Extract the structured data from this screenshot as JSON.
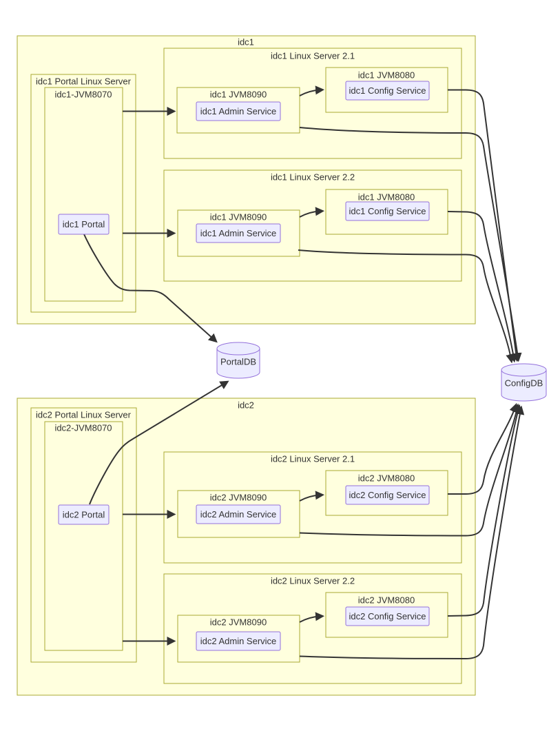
{
  "diagram": {
    "clusters": {
      "idc1": "idc1",
      "idc1_portal_server": "idc1 Portal Linux Server",
      "idc1_jvm8070": "idc1-JVM8070",
      "idc1_server21": "idc1 Linux Server 2.1",
      "idc1_server21_jvm8090": "idc1 JVM8090",
      "idc1_server21_jvm8080": "idc1 JVM8080",
      "idc1_server22": "idc1 Linux Server 2.2",
      "idc1_server22_jvm8090": "idc1 JVM8090",
      "idc1_server22_jvm8080": "idc1 JVM8080",
      "idc2": "idc2",
      "idc2_portal_server": "idc2 Portal Linux Server",
      "idc2_jvm8070": "idc2-JVM8070",
      "idc2_server21": "idc2 Linux Server 2.1",
      "idc2_server21_jvm8090": "idc2 JVM8090",
      "idc2_server21_jvm8080": "idc2 JVM8080",
      "idc2_server22": "idc2 Linux Server 2.2",
      "idc2_server22_jvm8090": "idc2 JVM8090",
      "idc2_server22_jvm8080": "idc2 JVM8080"
    },
    "nodes": {
      "idc1_portal": "idc1 Portal",
      "idc1_admin21": "idc1 Admin Service",
      "idc1_config21": "idc1 Config Service",
      "idc1_admin22": "idc1 Admin Service",
      "idc1_config22": "idc1 Config Service",
      "idc2_portal": "idc2 Portal",
      "idc2_admin21": "idc2 Admin Service",
      "idc2_config21": "idc2 Config Service",
      "idc2_admin22": "idc2 Admin Service",
      "idc2_config22": "idc2 Config Service",
      "portal_db": "PortalDB",
      "config_db": "ConfigDB"
    },
    "edges": [
      {
        "from": "idc1_portal",
        "to": "idc1_admin21"
      },
      {
        "from": "idc1_portal",
        "to": "idc1_admin22"
      },
      {
        "from": "idc1_admin21",
        "to": "idc1_config21"
      },
      {
        "from": "idc1_admin22",
        "to": "idc1_config22"
      },
      {
        "from": "idc1_config21",
        "to": "config_db"
      },
      {
        "from": "idc1_admin21",
        "to": "config_db"
      },
      {
        "from": "idc1_config22",
        "to": "config_db"
      },
      {
        "from": "idc1_admin22",
        "to": "config_db"
      },
      {
        "from": "idc1_portal",
        "to": "portal_db"
      },
      {
        "from": "idc2_portal",
        "to": "idc2_admin21"
      },
      {
        "from": "idc2_portal",
        "to": "idc2_admin22"
      },
      {
        "from": "idc2_admin21",
        "to": "idc2_config21"
      },
      {
        "from": "idc2_admin22",
        "to": "idc2_config22"
      },
      {
        "from": "idc2_config21",
        "to": "config_db"
      },
      {
        "from": "idc2_admin21",
        "to": "config_db"
      },
      {
        "from": "idc2_config22",
        "to": "config_db"
      },
      {
        "from": "idc2_admin22",
        "to": "config_db"
      },
      {
        "from": "idc2_portal",
        "to": "portal_db"
      }
    ],
    "colors": {
      "cluster_fill": "#ffffde",
      "cluster_border": "#aaaa33",
      "node_fill": "#ECECFF",
      "node_border": "#9370DB",
      "edge": "#333333",
      "text": "#333333",
      "background": "#ffffff"
    }
  }
}
